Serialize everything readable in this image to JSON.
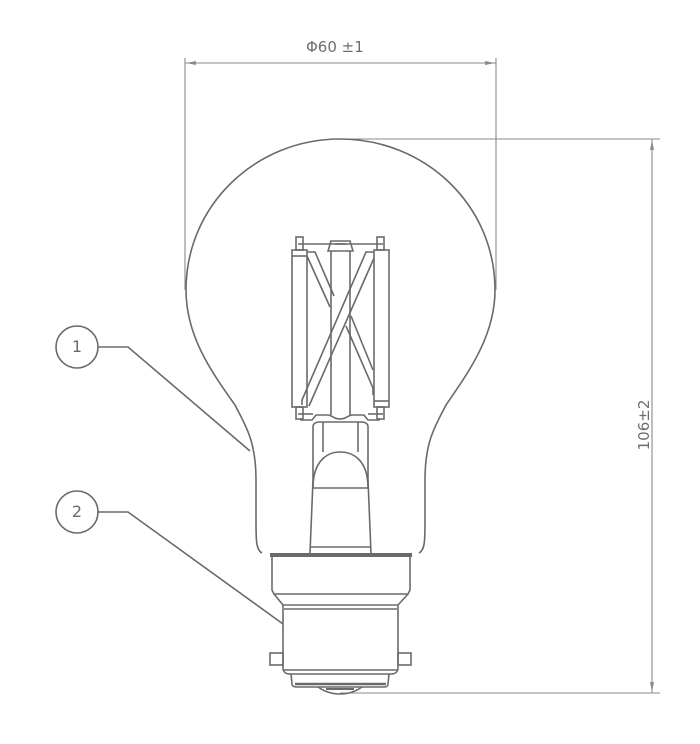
{
  "drawing": {
    "subject": "A-shape LED filament bulb, B22 bayonet cap",
    "dimensions": {
      "diameter_label": "Φ60 ±1",
      "height_label": "106±2"
    },
    "callouts": [
      {
        "number": "1",
        "points_to": "glass envelope"
      },
      {
        "number": "2",
        "points_to": "bayonet cap"
      }
    ],
    "line_color": "#6a6a6a",
    "background": "#ffffff"
  }
}
